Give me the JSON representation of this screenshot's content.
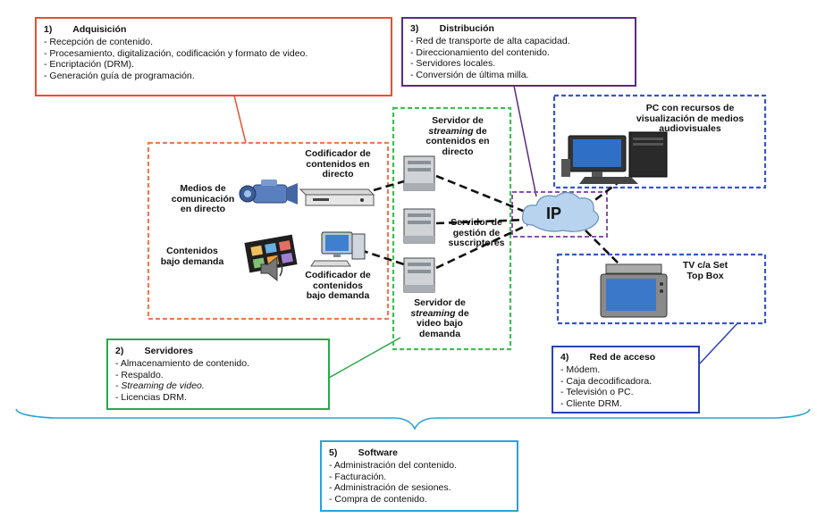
{
  "colors": {
    "adquisicion": "#e8502f",
    "distribucion": "#5b2a86",
    "servidores": "#2aa84a",
    "acceso": "#2b43b3",
    "software": "#2aa2d8",
    "dash_orange": "#f07a55",
    "dash_green": "#3cbf58",
    "dash_blue": "#3a56c8",
    "dash_purple": "#8b4fb4"
  },
  "boxes": {
    "adquisicion": {
      "title": "1)        Adquisición",
      "items": [
        "- Recepción de contenido.",
        "- Procesamiento, digitalización, codificación y formato de video.",
        "- Encriptación (DRM).",
        "- Generación guía de programación."
      ]
    },
    "distribucion": {
      "title": "3)        Distribución",
      "items": [
        "- Red de  transporte de alta capacidad.",
        "- Direccionamiento del contenido.",
        "- Servidores locales.",
        "- Conversión de última milla."
      ]
    },
    "servidores": {
      "title": "2)        Servidores",
      "items": [
        "- Almacenamiento de contenido.",
        "- Respaldo.",
        "- Streaming de video.",
        "- Licencias DRM."
      ]
    },
    "acceso": {
      "title": "4)        Red de acceso",
      "items": [
        "- Módem.",
        "- Caja decodificadora.",
        "- Televisión o PC.",
        "- Cliente DRM."
      ]
    },
    "software": {
      "title": "5)        Software",
      "items": [
        "- Administración del contenido.",
        "- Facturación.",
        "- Administración de sesiones.",
        "- Compra de contenido."
      ]
    }
  },
  "labels": {
    "medios_line1": "Medios de",
    "medios_line2": "comunicación",
    "medios_line3": "en directo",
    "cont_line1": "Contenidos",
    "cont_line2": "bajo demanda",
    "codif_dir_line1": "Codificador de",
    "codif_dir_line2": "contenidos en",
    "codif_dir_line3": "directo",
    "codif_dem_line1": "Codificador de",
    "codif_dem_line2": "contenidos",
    "codif_dem_line3": "bajo demanda",
    "srv_dir_line1": "Servidor de",
    "srv_dir_line2a": "streaming",
    "srv_dir_line2b": " de",
    "srv_dir_line3": "contenidos en",
    "srv_dir_line4": "directo",
    "srv_ges_line1": "Servidor de",
    "srv_ges_line2": "gestión de",
    "srv_ges_line3": "suscriptores",
    "srv_vid_line1": "Servidor de",
    "srv_vid_line2a": "streaming",
    "srv_vid_line2b": " de",
    "srv_vid_line3": "video bajo",
    "srv_vid_line4": "demanda",
    "pc_line1": "PC con recursos de",
    "pc_line2": "visualización de medios",
    "pc_line3": "audiovisuales",
    "tv_line1": "TV c/a Set",
    "tv_line2": "Top Box",
    "ip": "IP"
  }
}
